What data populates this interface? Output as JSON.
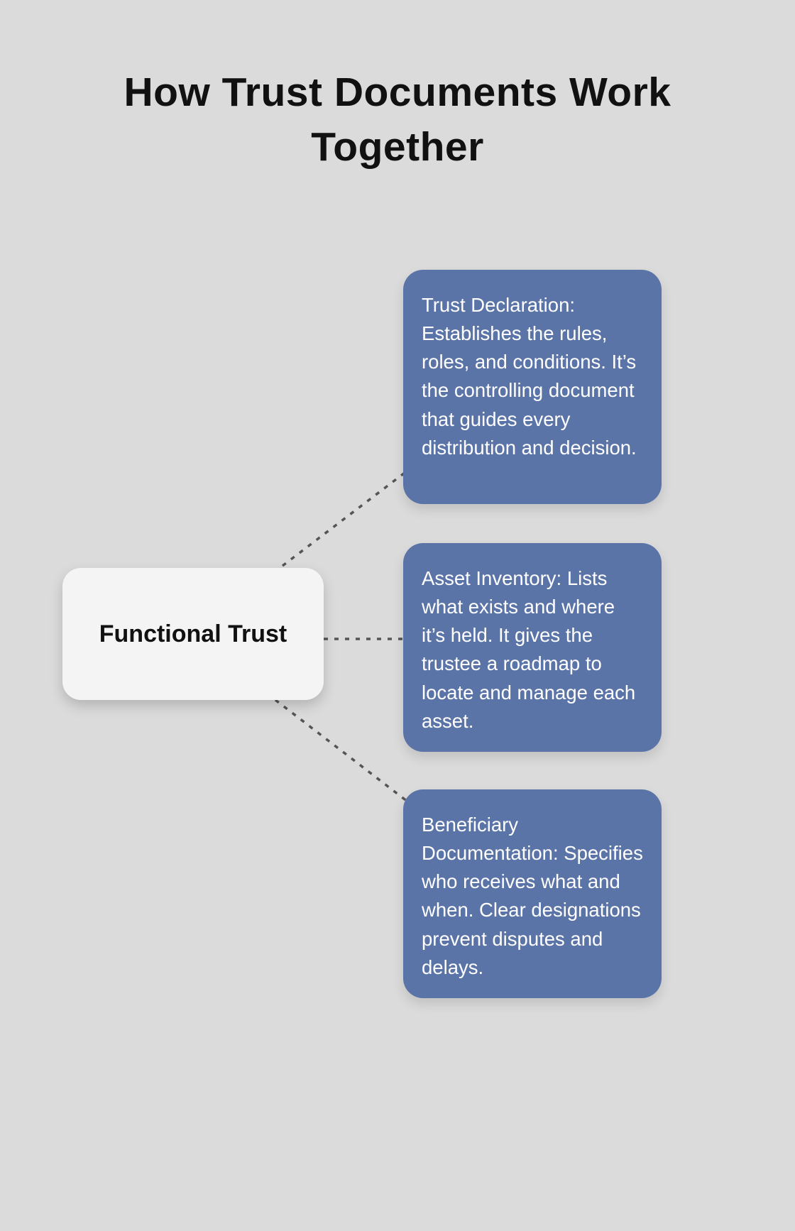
{
  "title": "How Trust Documents Work Together",
  "center_node": {
    "label": "Functional Trust"
  },
  "nodes": [
    {
      "id": "trust-declaration",
      "text": "Trust Declaration: Establishes the rules, roles, and conditions. It’s the controlling document that guides every distribution and decision."
    },
    {
      "id": "asset-inventory",
      "text": "Asset Inventory: Lists what exists and where it’s held. It gives the trustee a roadmap to locate and manage each asset."
    },
    {
      "id": "beneficiary-documentation",
      "text": "Beneficiary Documentation: Specifies who receives what and when. Clear designations prevent disputes and delays."
    }
  ],
  "colors": {
    "background": "#dbdbdb",
    "node_fill": "#5b74a7",
    "center_node_fill": "#f4f4f4",
    "connector": "#555555",
    "node_text": "#ffffff",
    "title_text": "#111111"
  }
}
